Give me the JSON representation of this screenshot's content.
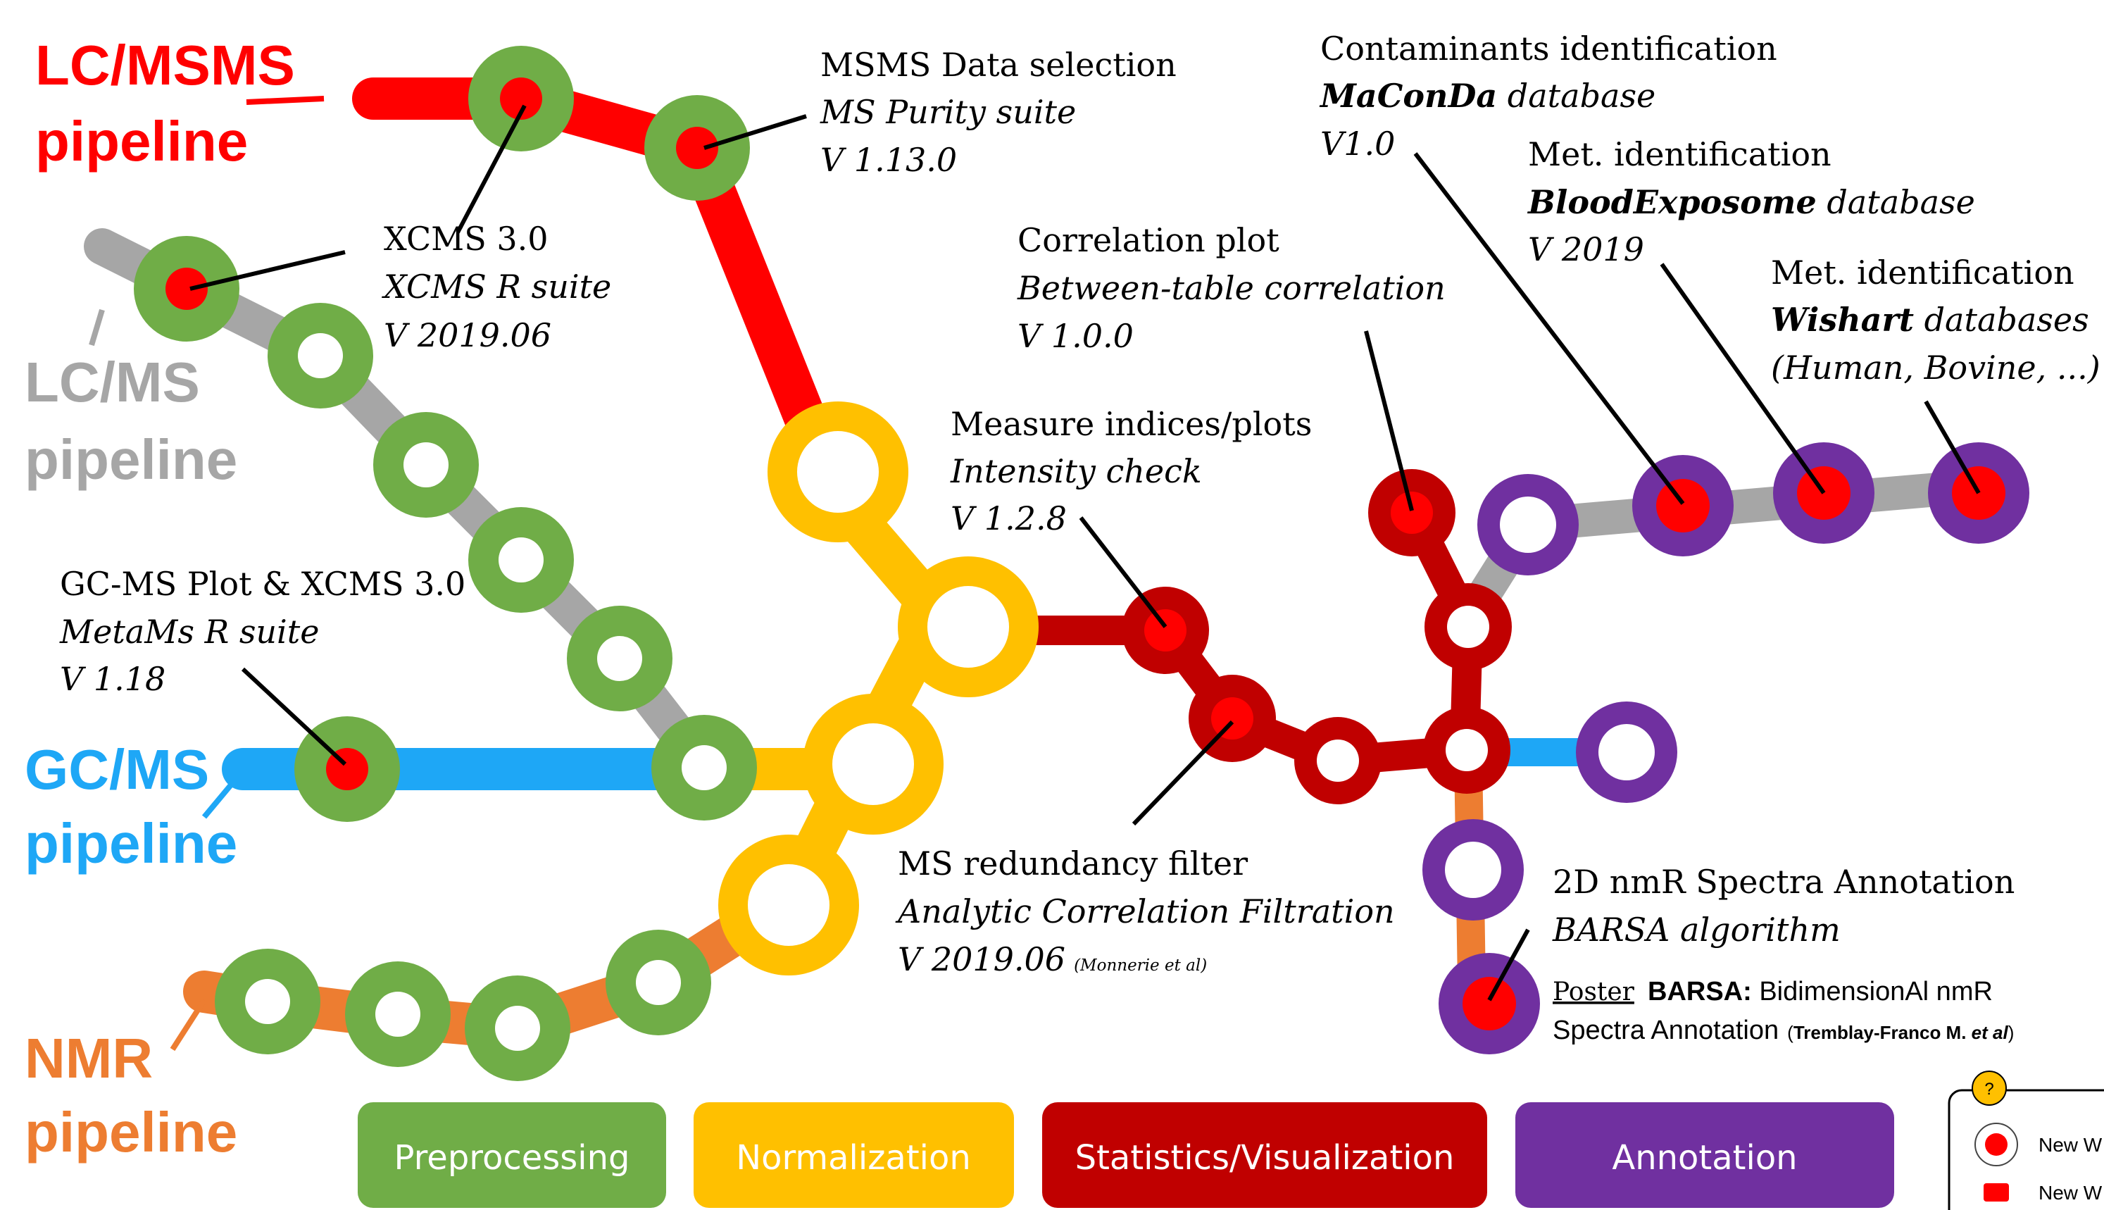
{
  "colors": {
    "lcmsms": "#ff0000",
    "lcms": "#a6a6a6",
    "gcms": "#1ea7f6",
    "nmr": "#ed7d31",
    "preprocessing": "#70ad47",
    "normalization": "#ffc000",
    "statistics": "#c00000",
    "annotation": "#7030a0",
    "new_marker": "#ff0000"
  },
  "pipelines": {
    "lcmsms": {
      "line1": "LC/MSMS",
      "line2": "pipeline"
    },
    "lcms": {
      "line1": "LC/MS",
      "line2": "pipeline"
    },
    "gcms": {
      "line1": "GC/MS",
      "line2": "pipeline"
    },
    "nmr": {
      "line1": "NMR",
      "line2": "pipeline"
    }
  },
  "annotations": {
    "msms_selection": {
      "l1": "MSMS Data selection",
      "l2": "MS Purity suite",
      "l3": "V 1.13.0"
    },
    "xcms": {
      "l1": "XCMS 3.0",
      "l2": "XCMS R suite",
      "l3": "V 2019.06"
    },
    "gcms_plot": {
      "l1": "GC-MS Plot & XCMS 3.0",
      "l2": "MetaMs R suite",
      "l3": "V 1.18"
    },
    "measure": {
      "l1": "Measure indices/plots",
      "l2": "Intensity check",
      "l3": "V 1.2.8"
    },
    "correlation": {
      "l1": "Correlation plot",
      "l2": "Between-table correlation",
      "l3": "V 1.0.0"
    },
    "redundancy": {
      "l1": "MS redundancy filter",
      "l2": "Analytic Correlation Filtration",
      "l3": "V 2019.06",
      "ref": "(Monnerie et al)"
    },
    "contaminants": {
      "l1": "Contaminants identification",
      "l2_bold": "MaConDa",
      "l2_rest": " database",
      "l3": "V1.0"
    },
    "bloodexposome": {
      "l1": "Met. identification",
      "l2_bold": "BloodExposome",
      "l2_rest": " database",
      "l3": "V 2019"
    },
    "wishart": {
      "l1": "Met. identification",
      "l2_bold": "Wishart",
      "l2_rest": " databases",
      "l3": "(Human, Bovine, ...)"
    },
    "barsa": {
      "l1": "2D nmR Spectra Annotation",
      "l2": "BARSA algorithm"
    }
  },
  "poster": {
    "tag": "Poster",
    "title": "BARSA:",
    "rest1": " BidimensionAl nmR",
    "line2": "Spectra Annotation",
    "ref_open": "(",
    "ref_author": "Tremblay-Franco M.",
    "ref_etal": " et al",
    "ref_close": ")"
  },
  "categories": [
    "Preprocessing",
    "Normalization",
    "Statistics/Visualization",
    "Annotation"
  ],
  "legend": {
    "badge": "?",
    "item1": "New W",
    "item2": "New W"
  }
}
